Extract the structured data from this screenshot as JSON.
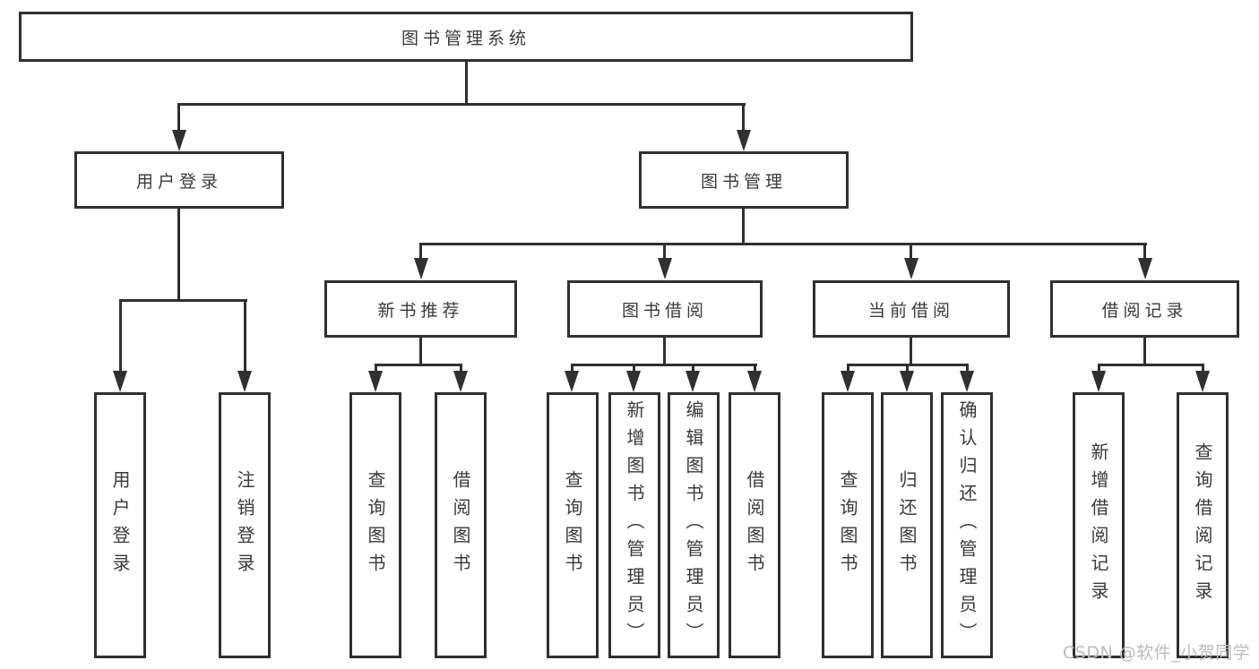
{
  "root": {
    "label": "图书管理系统"
  },
  "branches": {
    "user_login": {
      "label": "用户登录",
      "children": [
        {
          "label": "用户登录"
        },
        {
          "label": "注销登录"
        }
      ]
    },
    "book_mgmt": {
      "label": "图书管理",
      "sections": [
        {
          "label": "新书推荐",
          "children": [
            {
              "label": "查询图书"
            },
            {
              "label": "借阅图书"
            }
          ]
        },
        {
          "label": "图书借阅",
          "children": [
            {
              "label": "查询图书"
            },
            {
              "label": "新增图书（管理员）"
            },
            {
              "label": "编辑图书（管理员）"
            },
            {
              "label": "借阅图书"
            }
          ]
        },
        {
          "label": "当前借阅",
          "children": [
            {
              "label": "查询图书"
            },
            {
              "label": "归还图书"
            },
            {
              "label": "确认归还（管理员）"
            }
          ]
        },
        {
          "label": "借阅记录",
          "children": [
            {
              "label": "新增借阅记录"
            },
            {
              "label": "查询借阅记录"
            }
          ]
        }
      ]
    }
  },
  "watermark": {
    "text": "CSDN @软件_小贺同学"
  },
  "colors": {
    "line": "#303030",
    "box_border": "#303030",
    "text": "#3a3a3a",
    "watermark": "#bcbcbc",
    "background": "#ffffff"
  }
}
